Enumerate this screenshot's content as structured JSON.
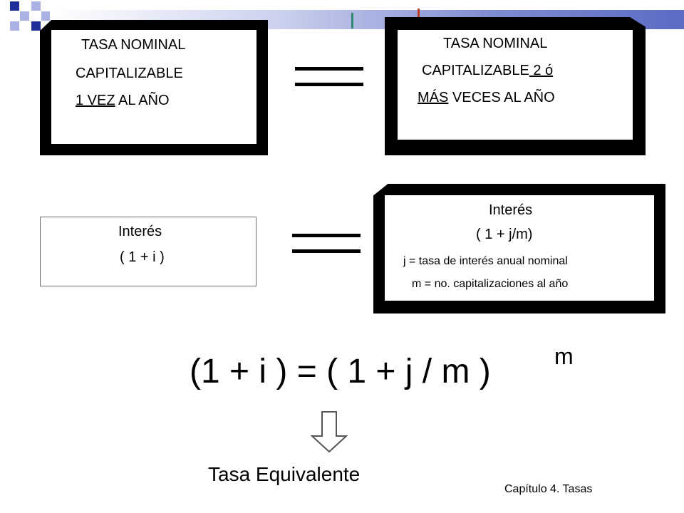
{
  "box_left": {
    "line1": "TASA  NOMINAL",
    "line2": "CAPITALIZABLE",
    "line3_underlined": "1 VEZ",
    "line3_rest": " AL AÑO"
  },
  "box_right": {
    "line1": "TASA NOMINAL",
    "line2_main": "CAPITALIZABLE",
    "line2_underlined": " 2 ó",
    "line3_underlined": "MÁS",
    "line3_rest": " VECES AL AÑO"
  },
  "interes_left": {
    "title": "Interés",
    "expr": "( 1 + i )"
  },
  "interes_right": {
    "title": "Interés",
    "expr": "( 1 + j/m)",
    "def_j": "j = tasa de interés anual nominal",
    "def_m": "m = no. capitalizaciones al año"
  },
  "formula": {
    "main": "(1 + i ) = ( 1 + j / m )",
    "exponent": "m"
  },
  "result_label": "Tasa Equivalente",
  "footer": "Capítulo 4. Tasas",
  "colors": {
    "accent_dark": "#1f2f9a",
    "accent_light": "#a9b2e3",
    "accent_mid": "#5c6bc4",
    "marker_teal": "#2a8a6a",
    "marker_red": "#c0392b"
  }
}
